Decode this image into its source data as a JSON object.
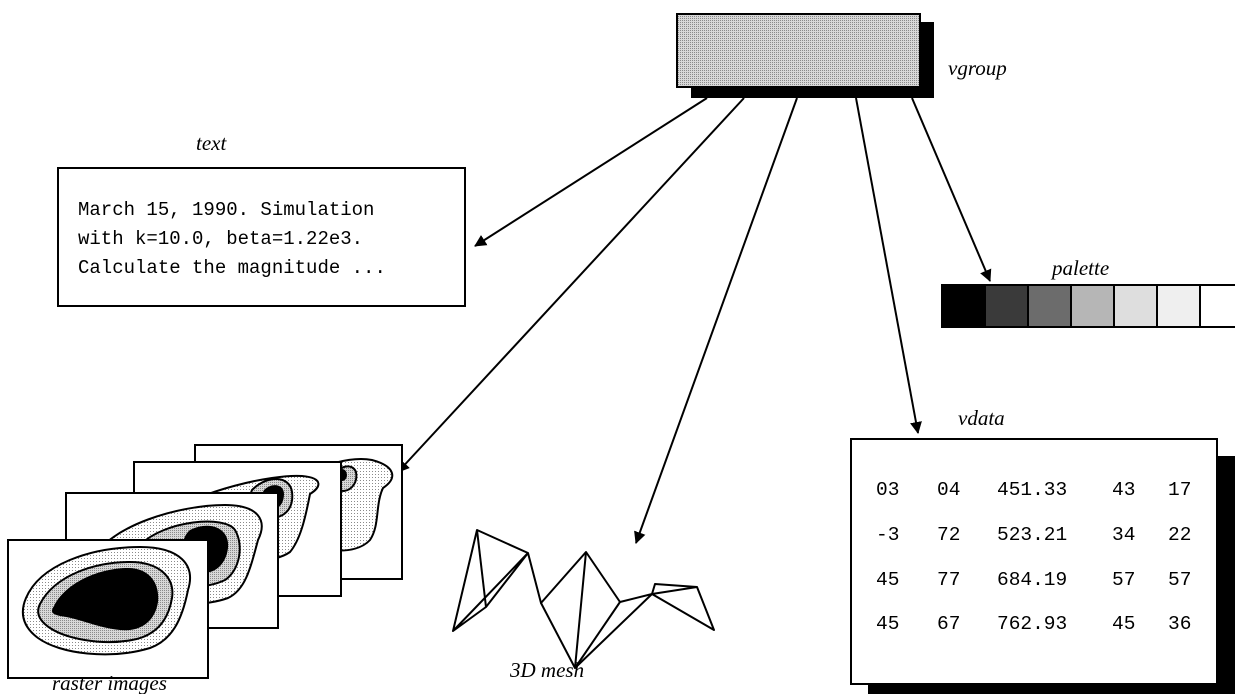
{
  "labels": {
    "vgroup": "vgroup",
    "text": "text",
    "palette": "palette",
    "vdata": "vdata",
    "raster_images": "raster images",
    "mesh": "3D mesh"
  },
  "text_box": {
    "lines": [
      "March 15, 1990. Simulation",
      "with k=10.0, beta=1.22e3.",
      "Calculate the magnitude ..."
    ]
  },
  "vdata_table": {
    "rows": [
      [
        "03",
        "04",
        "451.33",
        "43",
        "17"
      ],
      [
        "-3",
        "72",
        "523.21",
        "34",
        "22"
      ],
      [
        "45",
        "77",
        "684.19",
        "57",
        "57"
      ],
      [
        "45",
        "67",
        "762.93",
        "45",
        "36"
      ]
    ]
  },
  "palette": {
    "swatches": [
      "#000000",
      "#3a3a3a",
      "#6c6c6c",
      "#b6b6b6",
      "#dedede",
      "#efefef",
      "#ffffff"
    ]
  },
  "colors": {
    "vgroup_fill": "#c9c9c9",
    "shadow": "#000000",
    "contour_fill": "#bdbdbd",
    "contour_light": "#ececec"
  }
}
